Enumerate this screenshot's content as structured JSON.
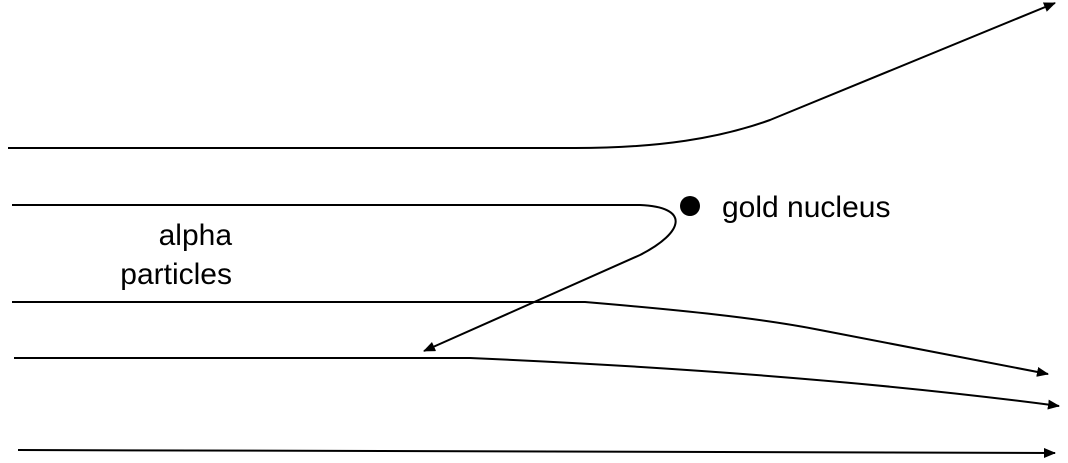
{
  "diagram": {
    "labels": {
      "nucleus": "gold nucleus",
      "alpha_line1": "alpha",
      "alpha_line2": "particles"
    },
    "colors": {
      "stroke": "#000000",
      "text": "#000000",
      "background": "#ffffff"
    }
  }
}
